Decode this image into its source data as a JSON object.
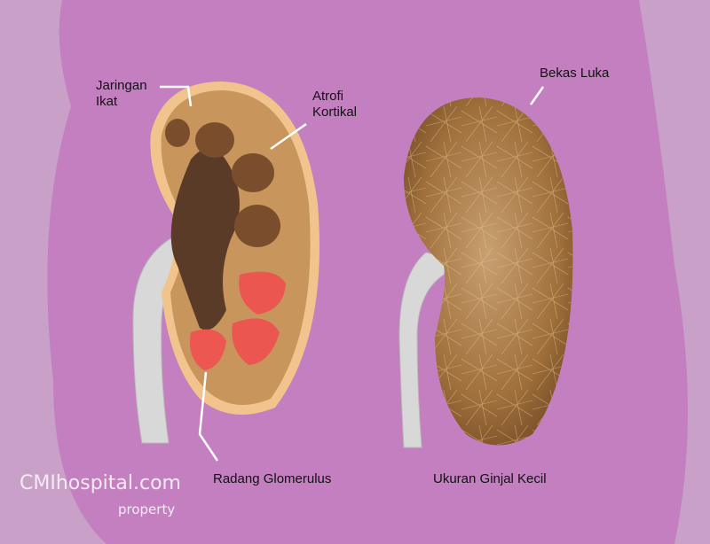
{
  "labels": {
    "connective_tissue": [
      "Jaringan",
      "Ikat"
    ],
    "cortical_atrophy": [
      "Atrofi",
      "Kortikal"
    ],
    "scar": "Bekas Luka",
    "glomerular_inflammation": "Radang Glomerulus",
    "small_kidney": "Ukuran Ginjal Kecil"
  },
  "watermark": {
    "site": "CMIhospital.com",
    "sub": "property"
  },
  "colors": {
    "bg": "#c9a0c8",
    "blob": "#c47fc0",
    "capsule": "#f0c48c",
    "cortex": "#c8955c",
    "pyramid": "#7a4e2c",
    "pelvis": "#5a3b28",
    "inflamed": "#f05050",
    "ureter": "#d8d8d8",
    "scarred": "#a0703c"
  }
}
